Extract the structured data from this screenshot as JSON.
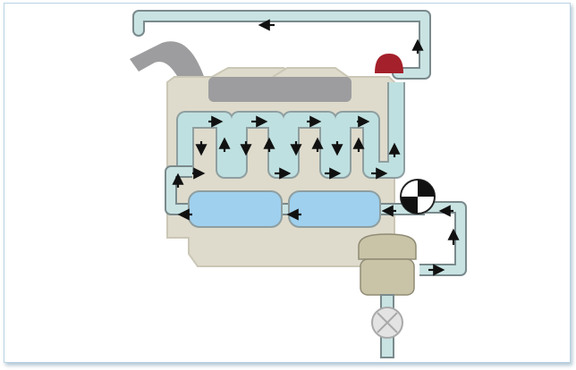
{
  "diagram": {
    "kind": "engine-coolant-circuit",
    "colors": {
      "frame_border": "#b9d3e4",
      "engine_block": "#dedbcc",
      "engine_block_shadow": "#cbc7b6",
      "exhaust_manifold": "#9d9d9f",
      "coolant_pipe": "#c9e3e3",
      "pipe_outline": "#7a8a8c",
      "coolant_passage": "#bfe0e0",
      "cylinder_liner": "#9fd0ee",
      "thermostat_housing": "#a4202a",
      "arrow": "#111111",
      "filter_housing": "#c9c4a8",
      "valve_icon": "#e3e3e3"
    },
    "components": [
      {
        "name": "exhaust-manifold",
        "icon": "exhaust-pipe"
      },
      {
        "name": "thermostat",
        "icon": "red-dome"
      },
      {
        "name": "water-pump",
        "icon": "quartered-circle"
      },
      {
        "name": "coolant-filter",
        "icon": "canister"
      },
      {
        "name": "drain-valve",
        "icon": "circle-x"
      },
      {
        "name": "cylinder-liner",
        "count": 2
      },
      {
        "name": "cooling-jacket-loop",
        "count": 4
      }
    ],
    "flow": {
      "arrow_glyph": "arrow",
      "return_line_direction": "left",
      "jacket_direction": "serpentine"
    }
  }
}
